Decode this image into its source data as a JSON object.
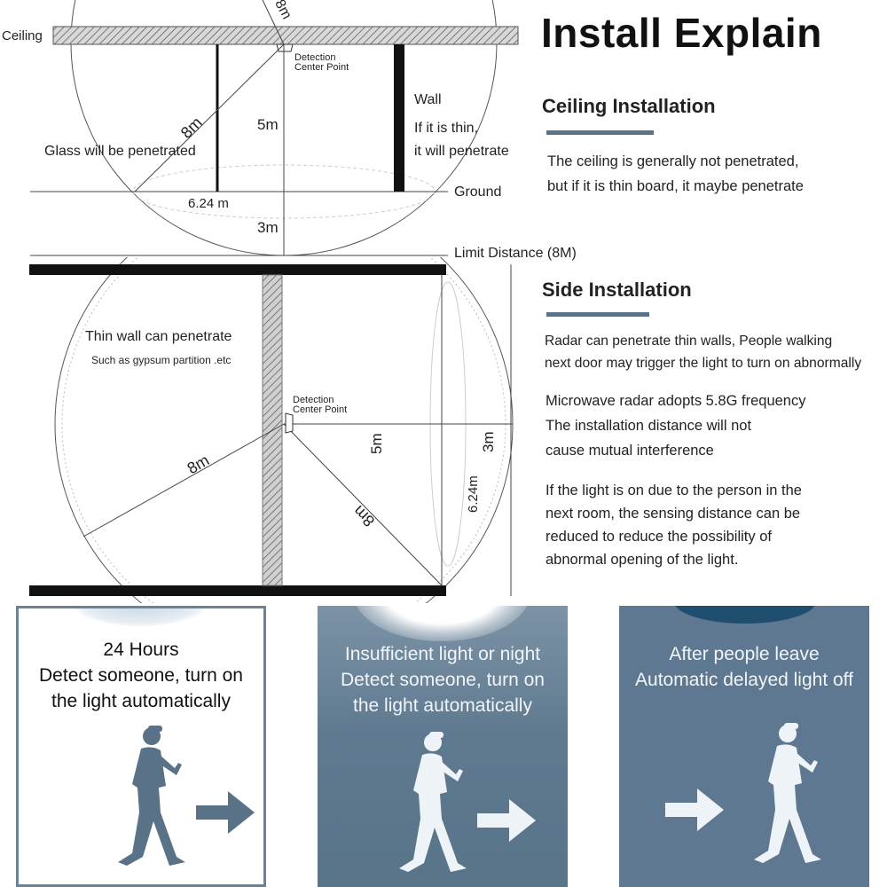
{
  "title": "Install Explain",
  "ceiling_diagram": {
    "ceiling_label": "Ceiling",
    "detection_label": [
      "Detection",
      "Center Point"
    ],
    "dist_8m_top": "8m",
    "dist_8m_diag": "8m",
    "dist_5m": "5m",
    "dist_3m": "3m",
    "dist_624": "6.24 m",
    "glass_label": "Glass will be penetrated",
    "wall_label": "Wall",
    "wall_note": [
      "If it is thin,",
      "it will penetrate"
    ],
    "ground_label": "Ground",
    "limit_label": "Limit Distance (8M)"
  },
  "side_diagram": {
    "thin_wall_label": "Thin wall can penetrate",
    "thin_wall_note": "Such as gypsum partition .etc",
    "detection_label": [
      "Detection",
      "Center Point"
    ],
    "dist_8m_left": "8m",
    "dist_5m": "5m",
    "dist_3m": "3m",
    "dist_624": "6.24m",
    "dist_8m_right": "8m"
  },
  "ceiling_installation": {
    "heading": "Ceiling Installation",
    "lines": [
      "The ceiling is generally not penetrated,",
      "but if it is thin board, it maybe penetrate"
    ]
  },
  "side_installation": {
    "heading": "Side Installation",
    "para1": [
      "Radar can penetrate thin walls, People walking",
      "next door may trigger the light to turn on abnormally"
    ],
    "para2": [
      "Microwave radar adopts 5.8G frequency",
      "The installation distance will not",
      "cause mutual interference"
    ],
    "para3": [
      "If the light is on due to the person in the",
      "next room, the sensing distance can be",
      "reduced to reduce the possibility of",
      "abnormal opening of the light."
    ]
  },
  "panels": [
    {
      "lines": [
        "24 Hours",
        "Detect someone, turn on",
        "the light automatically"
      ]
    },
    {
      "lines": [
        "Insufficient light or night",
        "Detect someone, turn on",
        "the light automatically"
      ]
    },
    {
      "lines": [
        "After people leave",
        "Automatic delayed light off"
      ]
    }
  ],
  "colors": {
    "accent": "#5a7287",
    "panel_dark": "#587489",
    "panel_mid": "#667f94",
    "panel_light_border": "#6a8396",
    "lamp_dark": "#1f4e6e"
  },
  "icons": [
    "walking-person-icon",
    "arrow-right-icon"
  ]
}
